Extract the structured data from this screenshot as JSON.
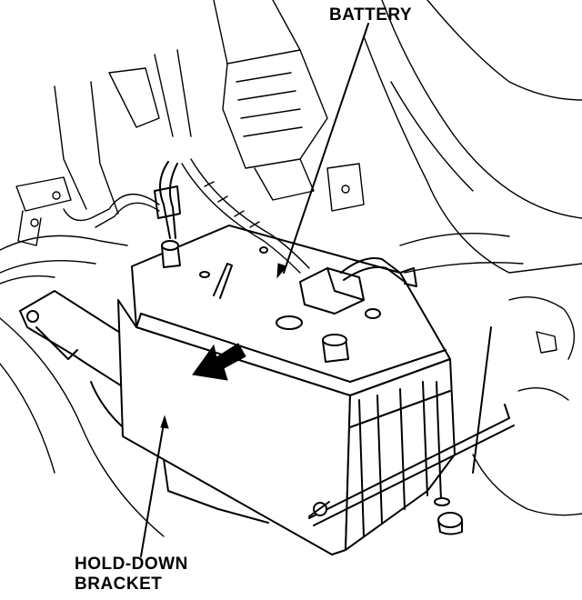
{
  "labels": {
    "battery": "BATTERY",
    "bracket_line1": "HOLD-DOWN",
    "bracket_line2": "BRACKET"
  }
}
